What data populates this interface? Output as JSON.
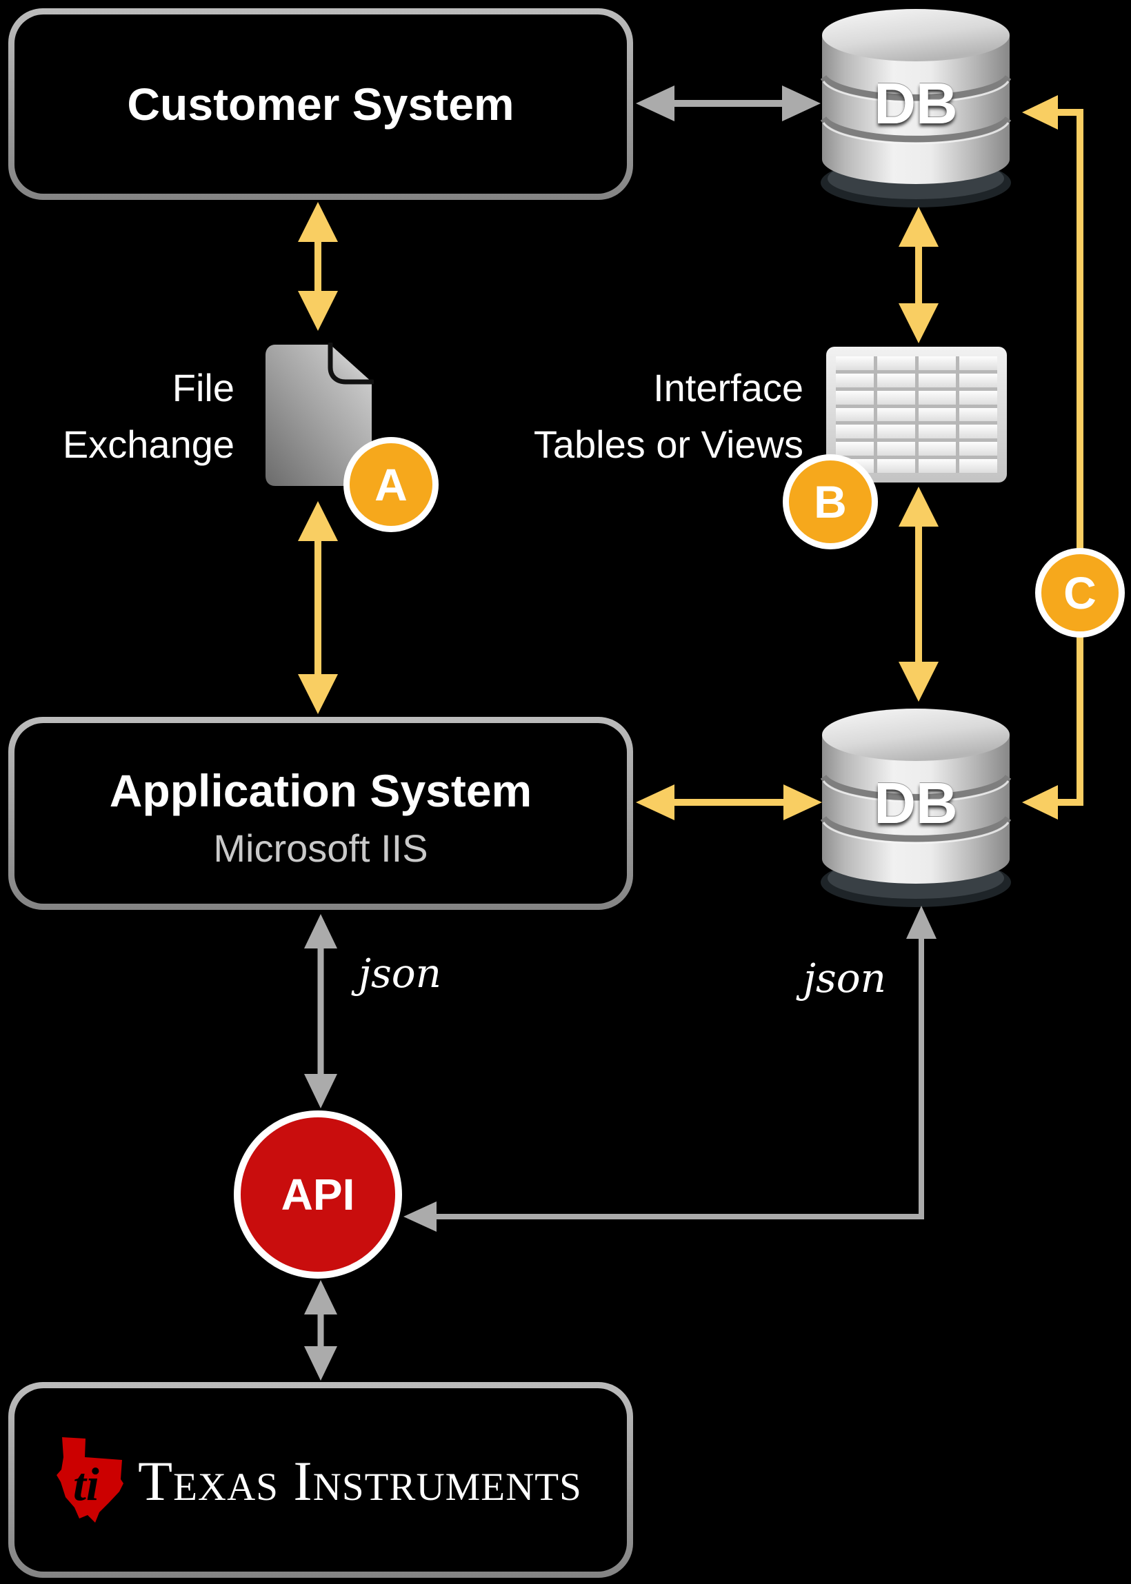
{
  "nodes": {
    "customer_system": {
      "title": "Customer System"
    },
    "db_top": {
      "label": "DB"
    },
    "file_exchange": {
      "label_line1": "File",
      "label_line2": "Exchange"
    },
    "interface_tables": {
      "label_line1": "Interface",
      "label_line2": "Tables or Views"
    },
    "application_system": {
      "title": "Application System",
      "subtitle": "Microsoft IIS"
    },
    "db_bottom": {
      "label": "DB"
    },
    "api": {
      "label": "API"
    },
    "texas_instruments": {
      "brand": "Texas Instruments",
      "logo_text": "ti"
    }
  },
  "badges": {
    "a": "A",
    "b": "B",
    "c": "C"
  },
  "annotations": {
    "json_left": "json",
    "json_right": "json"
  },
  "colors": {
    "background": "#000000",
    "arrow_yellow": "#F9CE62",
    "badge_orange": "#F6A81C",
    "arrow_gray": "#ABABAB",
    "api_red": "#C90D0D",
    "ti_red": "#CC0000",
    "box_border_gray": "#9B9B9B",
    "subtitle_gray": "#C9C9C9"
  }
}
